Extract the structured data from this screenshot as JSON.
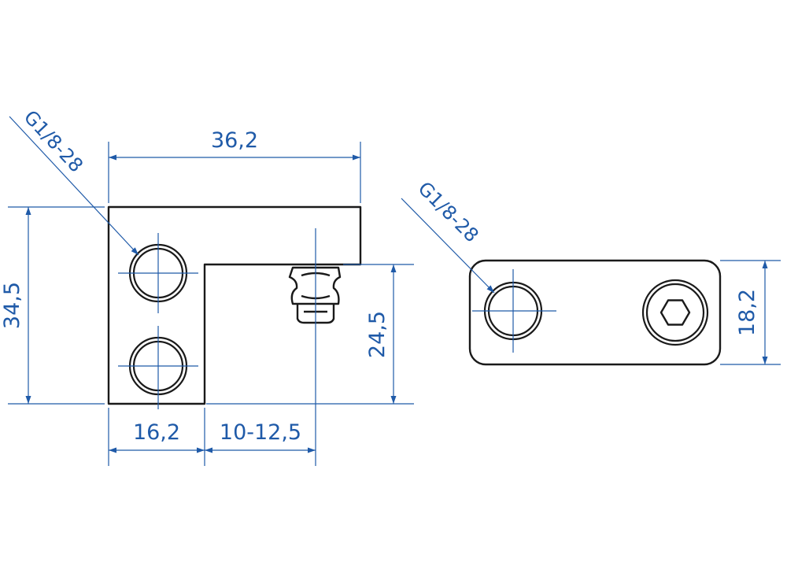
{
  "colors": {
    "dimension": "#1f5aa8",
    "part_outline": "#1a1a1a",
    "background": "#ffffff"
  },
  "front_view": {
    "overall_width": "36,2",
    "overall_height": "34,5",
    "lower_height": "24,5",
    "base_width": "16,2",
    "clamp_range": "10-12,5",
    "thread_callout": "G1/8-28"
  },
  "side_view": {
    "height": "18,2",
    "thread_callout": "G1/8-28"
  }
}
